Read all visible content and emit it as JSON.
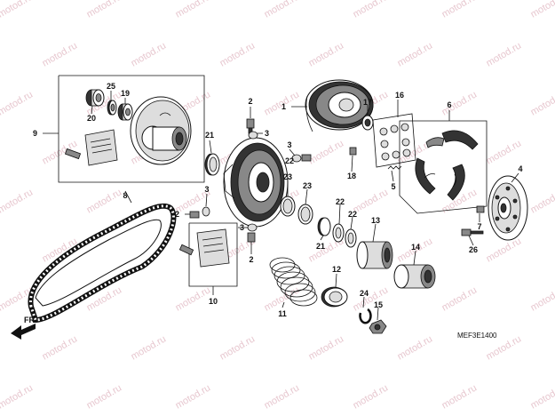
{
  "diagram": {
    "code": "MEF3E1400",
    "direction_label": "FR.",
    "watermark_text": "motod.ru",
    "callouts": {
      "p1": "1",
      "p2a": "2",
      "p2b": "2",
      "p3a": "3",
      "p3b": "3",
      "p3c": "3",
      "p3d": "3",
      "p4": "4",
      "p5": "5",
      "p6": "6",
      "p7": "7",
      "p8": "8",
      "p9": "9",
      "p10": "10",
      "p11": "11",
      "p12": "12",
      "p13": "13",
      "p14": "14",
      "p15": "15",
      "p16": "16",
      "p17": "17",
      "p18": "18",
      "p19": "19",
      "p20": "20",
      "p21a": "21",
      "p21b": "21",
      "p22a": "22",
      "p22b": "22",
      "p23a": "23",
      "p23b": "23",
      "p24": "24",
      "p25": "25",
      "p26": "26"
    }
  }
}
